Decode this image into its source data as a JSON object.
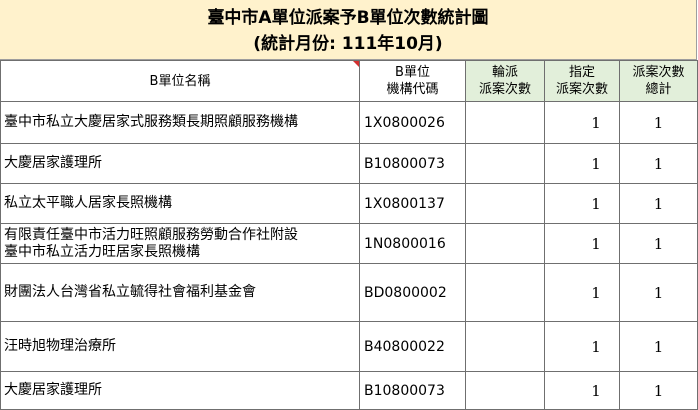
{
  "title": {
    "line1": "臺中市A單位派案予B單位次數統計圖",
    "line2": "(統計月份: 111年10月)"
  },
  "headers": {
    "name": "B單位名稱",
    "code_line1": "B單位",
    "code_line2": "機構代碼",
    "rotation_line1": "輪派",
    "rotation_line2": "派案次數",
    "assigned_line1": "指定",
    "assigned_line2": "派案次數",
    "total_line1": "派案次數",
    "total_line2": "總計"
  },
  "rows": [
    {
      "name": "臺中市私立大慶居家式服務類長期照顧服務機構",
      "code": "1X0800026",
      "rotation": "",
      "assigned": "1",
      "total": "1"
    },
    {
      "name": "大慶居家護理所",
      "code": "B10800073",
      "rotation": "",
      "assigned": "1",
      "total": "1"
    },
    {
      "name": "私立太平職人居家長照機構",
      "code": "1X0800137",
      "rotation": "",
      "assigned": "1",
      "total": "1"
    },
    {
      "name_line1": "有限責任臺中市活力旺照顧服務勞動合作社附設",
      "name_line2": "臺中市私立活力旺居家長照機構",
      "code": "1N0800016",
      "rotation": "",
      "assigned": "1",
      "total": "1"
    },
    {
      "name": "財團法人台灣省私立毓得社會福利基金會",
      "code": "BD0800002",
      "rotation": "",
      "assigned": "1",
      "total": "1"
    },
    {
      "name": "汪時旭物理治療所",
      "code": "B40800022",
      "rotation": "",
      "assigned": "1",
      "total": "1"
    },
    {
      "name": "大慶居家護理所",
      "code": "B10800073",
      "rotation": "",
      "assigned": "1",
      "total": "1"
    }
  ],
  "colors": {
    "title_bg": "#fff2cc",
    "green_header_bg": "#e2efda",
    "comment_marker": "#d32f2f"
  }
}
